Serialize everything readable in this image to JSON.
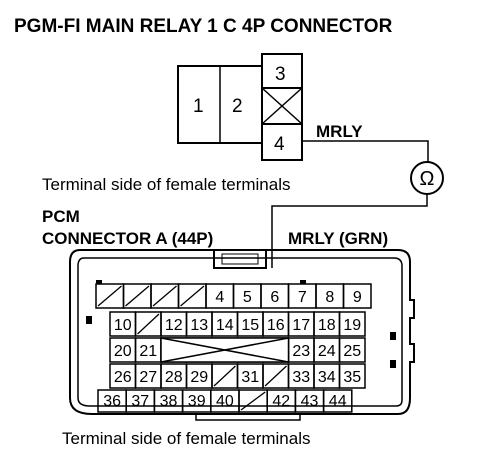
{
  "relay": {
    "title": "PGM-FI MAIN RELAY 1 C 4P CONNECTOR",
    "terminals": [
      "1",
      "2",
      "3",
      "4"
    ],
    "wire_label": "MRLY",
    "side_note": "Terminal side of female terminals",
    "meter_symbol": "Ω"
  },
  "pcm": {
    "title_line1": "PCM",
    "title_line2": "CONNECTOR A (44P)",
    "wire_label": "MRLY (GRN)",
    "side_note": "Terminal side of female terminals",
    "rows": [
      [
        "",
        "",
        "",
        "",
        "4",
        "5",
        "6",
        "7",
        "8",
        "9"
      ],
      [
        "10",
        "",
        "12",
        "13",
        "14",
        "15",
        "16",
        "17",
        "18",
        "19"
      ],
      [
        "20",
        "21",
        "",
        "",
        "",
        "",
        "",
        "23",
        "24",
        "25"
      ],
      [
        "26",
        "27",
        "28",
        "29",
        "",
        "31",
        "",
        "33",
        "34",
        "35"
      ],
      [
        "36",
        "37",
        "38",
        "39",
        "40",
        "",
        "42",
        "43",
        "44"
      ]
    ]
  },
  "icons": {
    "ohmmeter": "ohmmeter-icon",
    "empty_cavity": "empty-cavity-icon",
    "blocked_cavity": "blocked-cavity-icon"
  }
}
